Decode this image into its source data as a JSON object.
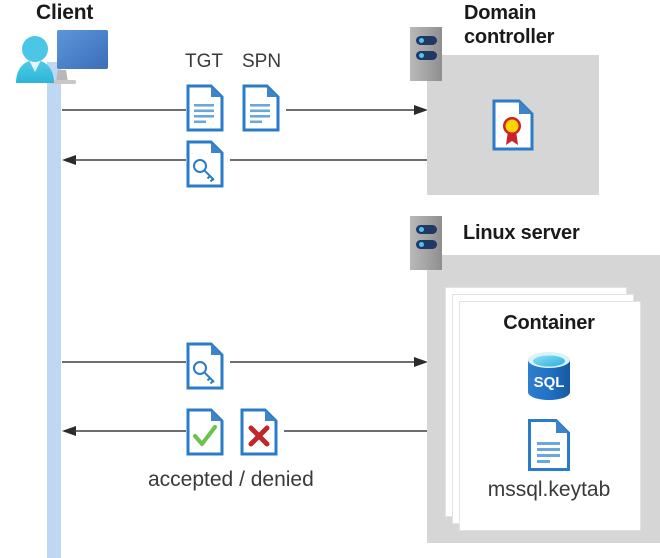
{
  "diagram": {
    "title_client": "Client",
    "title_domain_controller": "Domain\ncontroller",
    "domain_controller_line1": "Domain",
    "domain_controller_line2": "controller",
    "title_linux_server": "Linux server",
    "title_container": "Container",
    "label_tgt": "TGT",
    "label_spn": "SPN",
    "label_keytab": "mssql.keytab",
    "label_accepted_denied": "accepted / denied",
    "icons": {
      "client": "client-workstation-icon",
      "server_rack": "server-rack-icon",
      "certificate": "certificate-document-icon",
      "ticket": "text-document-icon",
      "key": "key-document-icon",
      "check": "check-document-icon",
      "cross": "cross-document-icon",
      "sql": "sql-database-icon",
      "keytab": "text-document-icon"
    },
    "sql_label": "SQL",
    "colors": {
      "accent_blue": "#2f7dd1",
      "doc_border": "#2a7bc8",
      "doc_fold": "#3d85c8",
      "panel_gray": "#d6d6d6",
      "rack_gray": "#9e9e9e",
      "rack_navy": "#1f3864",
      "rack_dot": "#4fc3f7",
      "lifeline_blue": "#bed8f2",
      "check_green": "#6cc24a",
      "cross_red": "#c0272d",
      "cert_gold": "#ffd400",
      "cert_ribbon": "#cc2229",
      "sql_blue": "#1f6fc4",
      "sql_top": "#4cc2e8",
      "arrow_dark": "#3f3f3f",
      "text_dark": "#1a1a1a",
      "text_gray": "#3a3a3a"
    },
    "flows": [
      {
        "name": "client-to-dc-request",
        "direction": "right",
        "payload": [
          "TGT",
          "SPN"
        ]
      },
      {
        "name": "dc-to-client-ticket",
        "direction": "left",
        "payload": [
          "key"
        ]
      },
      {
        "name": "client-to-linux-request",
        "direction": "right",
        "payload": [
          "key"
        ]
      },
      {
        "name": "linux-to-client-response",
        "direction": "left",
        "payload": [
          "check",
          "cross"
        ],
        "label": "accepted / denied"
      }
    ]
  }
}
